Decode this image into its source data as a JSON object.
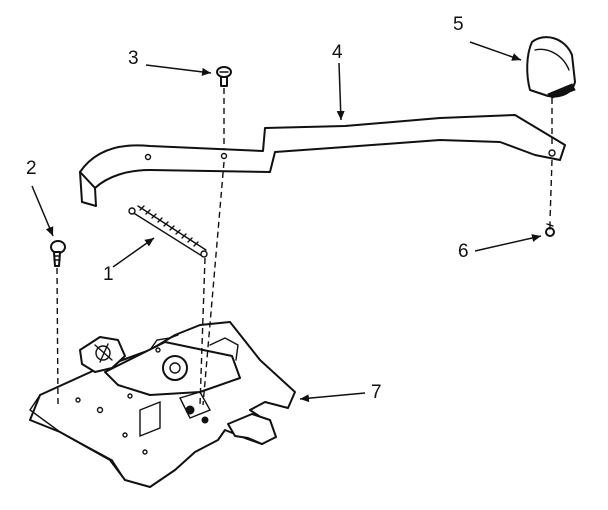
{
  "callouts": [
    {
      "id": "1",
      "part": "spring"
    },
    {
      "id": "2",
      "part": "screw"
    },
    {
      "id": "3",
      "part": "screw"
    },
    {
      "id": "4",
      "part": "lever"
    },
    {
      "id": "5",
      "part": "knob"
    },
    {
      "id": "6",
      "part": "screw"
    },
    {
      "id": "7",
      "part": "latch-assembly"
    }
  ],
  "colors": {
    "line": "#111111",
    "background": "#ffffff"
  }
}
